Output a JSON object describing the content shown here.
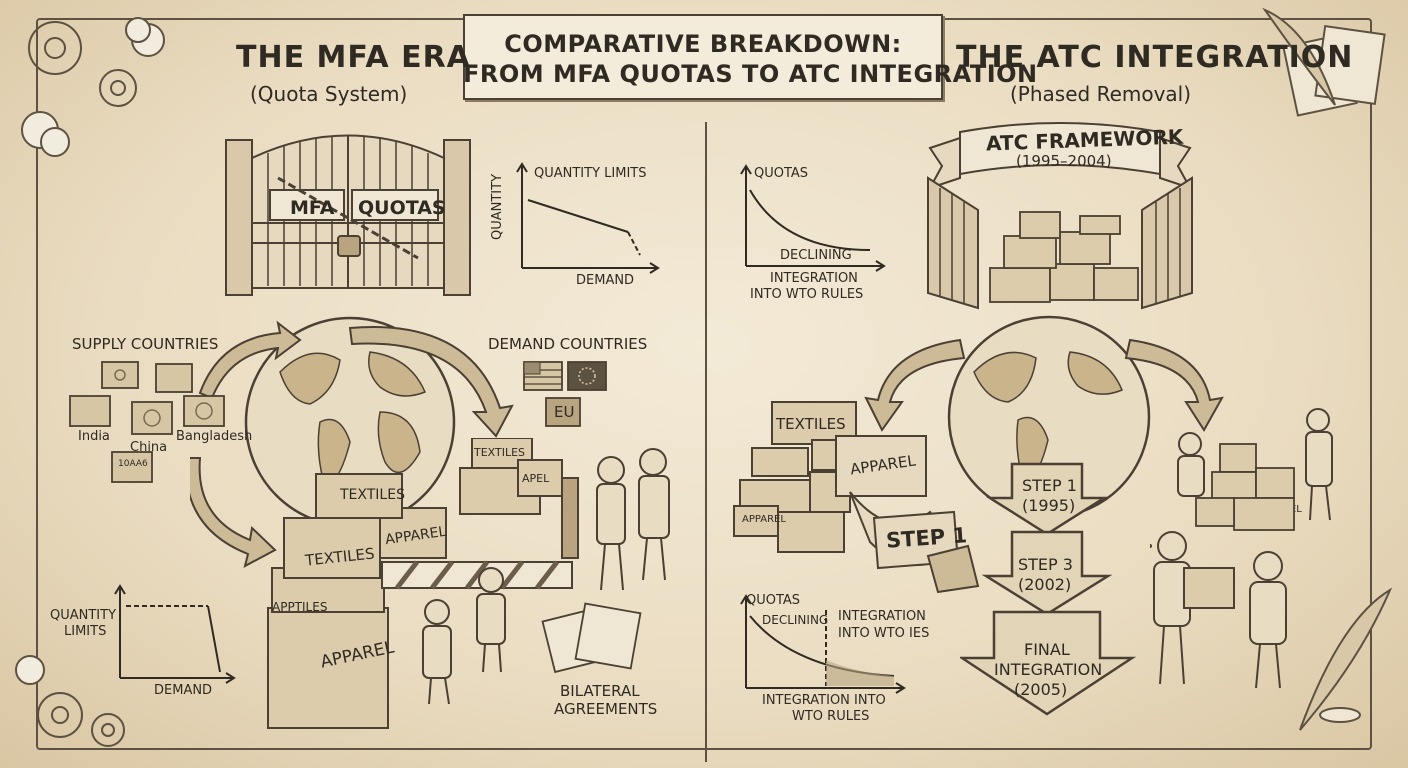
{
  "title": {
    "line1": "COMPARATIVE BREAKDOWN:",
    "line2": "FROM MFA QUOTAS TO ATC INTEGRATION"
  },
  "mfa": {
    "heading": "THE MFA ERA",
    "subheading": "(Quota System)",
    "gate_signs": [
      "MFA",
      "QUOTAS"
    ],
    "chart_top": {
      "y_label": "QUANTITY LIMITS",
      "y_axis": "QUANTITY",
      "x_label": "DEMAND"
    },
    "supply_label": "SUPPLY COUNTRIES",
    "countries": [
      "India",
      "China",
      "Bangladesh"
    ],
    "stamp": "10AA6",
    "demand_label": "DEMAND COUNTRIES",
    "eu_label": "EU",
    "box_labels": [
      "TEXTILES",
      "TEXTILES",
      "APPAREL",
      "APPAREL",
      "APPTILES",
      "TEXTILES",
      "APEL"
    ],
    "chart_bottom": {
      "y_label_line1": "QUANTITY",
      "y_label_line2": "LIMITS",
      "x_label": "DEMAND"
    },
    "agreements_line1": "BILATERAL",
    "agreements_line2": "AGREEMENTS"
  },
  "atc": {
    "heading": "THE ATC INTEGRATION",
    "subheading": "(Phased Removal)",
    "banner_title": "ATC FRAMEWORK",
    "banner_years": "(1995–2004)",
    "chart_top": {
      "y_label": "QUOTAS",
      "curve_label": "DECLINING",
      "x_label_line1": "INTEGRATION",
      "x_label_line2": "INTO WTO RULES"
    },
    "box_labels": [
      "TEXTILES",
      "APPAREL",
      "APPAREL",
      "APPABEL"
    ],
    "step_ribbon": "STEP 1",
    "steps": [
      {
        "label": "STEP 1",
        "year": "(1995)"
      },
      {
        "label": "STEP 3",
        "year": "(2002)"
      },
      {
        "label": "FINAL",
        "label2": "INTEGRATION",
        "year": "(2005)"
      }
    ],
    "chart_bottom": {
      "y_label": "QUOTAS",
      "curve_label": "DECLINING",
      "annotation_line1": "INTEGRATION",
      "annotation_line2": "INTO WTO IES",
      "x_label_line1": "INTEGRATION INTO",
      "x_label_line2": "WTO RULES"
    }
  }
}
